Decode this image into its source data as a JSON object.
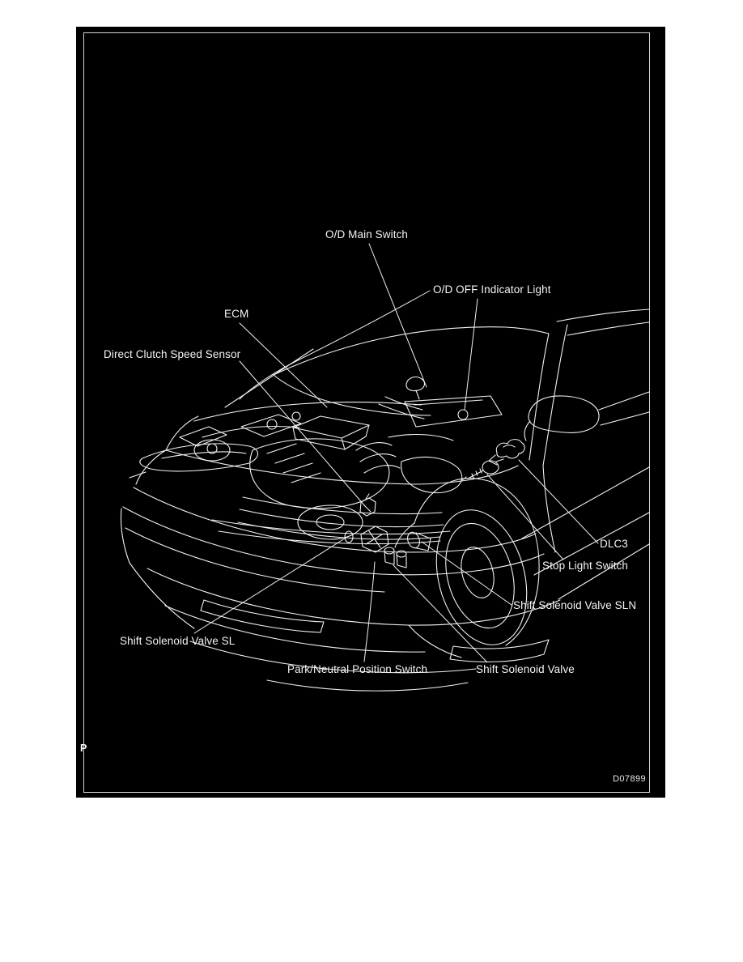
{
  "figure": {
    "type": "component-location-diagram",
    "subject": "automatic-transmission-component-locations-on-vehicle",
    "page_marker": "P",
    "figure_code": "D07899",
    "colors": {
      "page": "#ffffff",
      "plate": "#000000",
      "line": "#f2f2f2",
      "text": "#f4f4f4"
    },
    "labels": [
      {
        "id": "od-main-switch",
        "text": "O/D Main Switch"
      },
      {
        "id": "od-off-indicator-light",
        "text": "O/D OFF Indicator Light"
      },
      {
        "id": "ecm",
        "text": "ECM"
      },
      {
        "id": "direct-clutch-speed-sensor",
        "text": "Direct Clutch Speed Sensor"
      },
      {
        "id": "dlc3",
        "text": "DLC3"
      },
      {
        "id": "stop-light-switch",
        "text": "Stop Light Switch"
      },
      {
        "id": "shift-solenoid-valve-sln",
        "text": "Shift Solenoid Valve SLN"
      },
      {
        "id": "shift-solenoid-valve-sl",
        "text": "Shift Solenoid Valve SL"
      },
      {
        "id": "park-neutral-position-switch",
        "text": "Park/Neutral Position Switch"
      },
      {
        "id": "shift-solenoid-valve",
        "text": "Shift Solenoid Valve"
      }
    ]
  }
}
